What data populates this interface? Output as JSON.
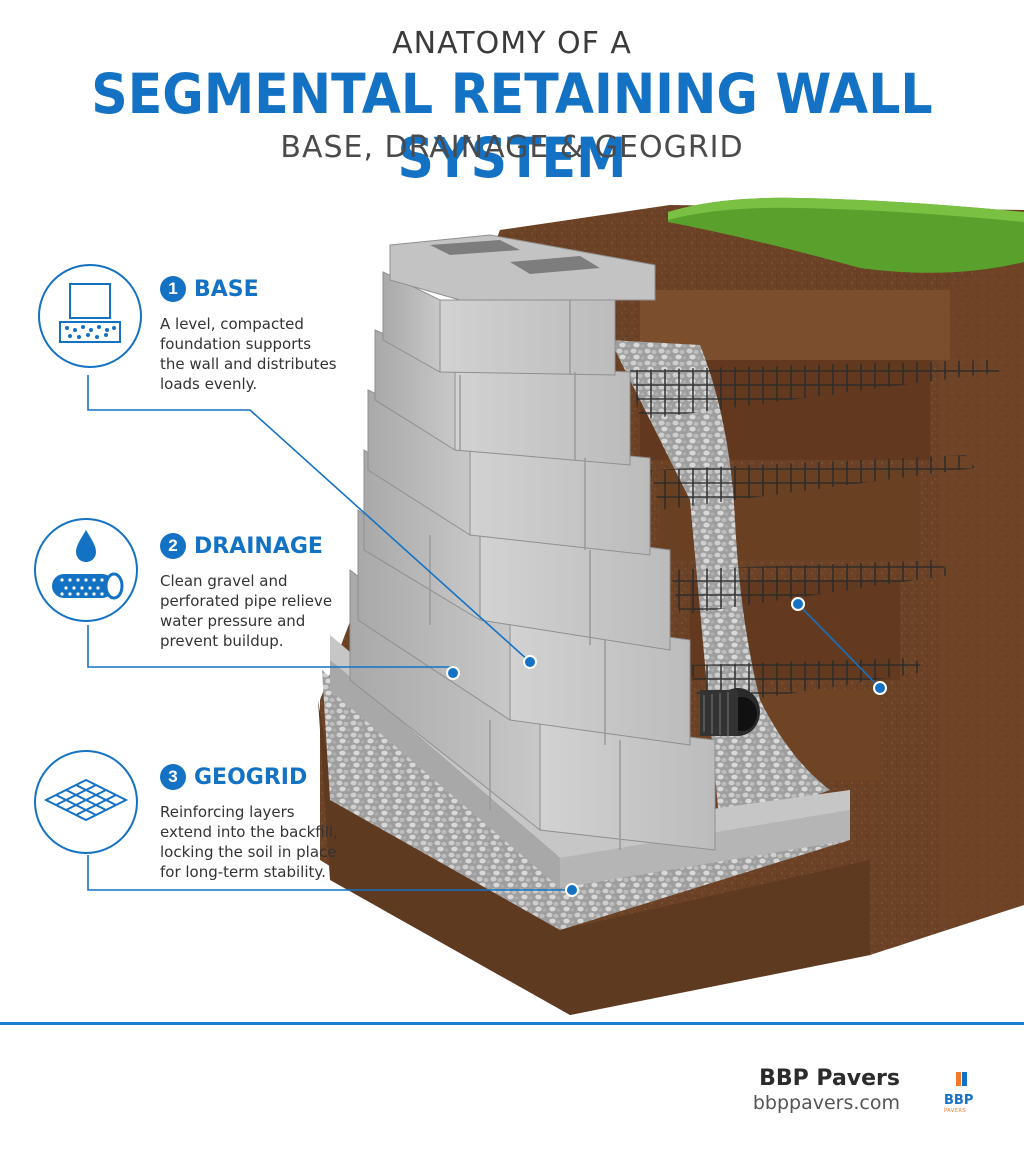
{
  "header": {
    "kicker": "ANATOMY OF A",
    "title": "SEGMENTAL RETAINING WALL SYSTEM",
    "subtitle": "BASE, DRAINAGE & GEOGRID"
  },
  "callouts": [
    {
      "number": "1",
      "title": "BASE",
      "lines": [
        "A level, compacted",
        "foundation supports",
        "the wall and distributes",
        "loads evenly."
      ],
      "icon": "base-foundation-icon"
    },
    {
      "number": "2",
      "title": "DRAINAGE",
      "lines": [
        "Clean gravel and",
        "perforated pipe relieve",
        "water pressure and",
        "prevent buildup."
      ],
      "icon": "water-drop-pipe-icon"
    },
    {
      "number": "3",
      "title": "GEOGRID",
      "lines": [
        "Reinforcing layers",
        "extend into the backfill,",
        "locking the soil in place",
        "for long-term stability."
      ],
      "icon": "geogrid-mesh-icon"
    }
  ],
  "footer": {
    "brand_name": "BBP Pavers",
    "url": "bbppavers.com",
    "logo_text": "BBP",
    "logo_sub": "PAVERS"
  },
  "colors": {
    "accent": "#1472c4",
    "soil": "#6b4226",
    "grass": "#5aa02c",
    "block": "#b9b9b9",
    "gravel": "#a7a7a7"
  }
}
